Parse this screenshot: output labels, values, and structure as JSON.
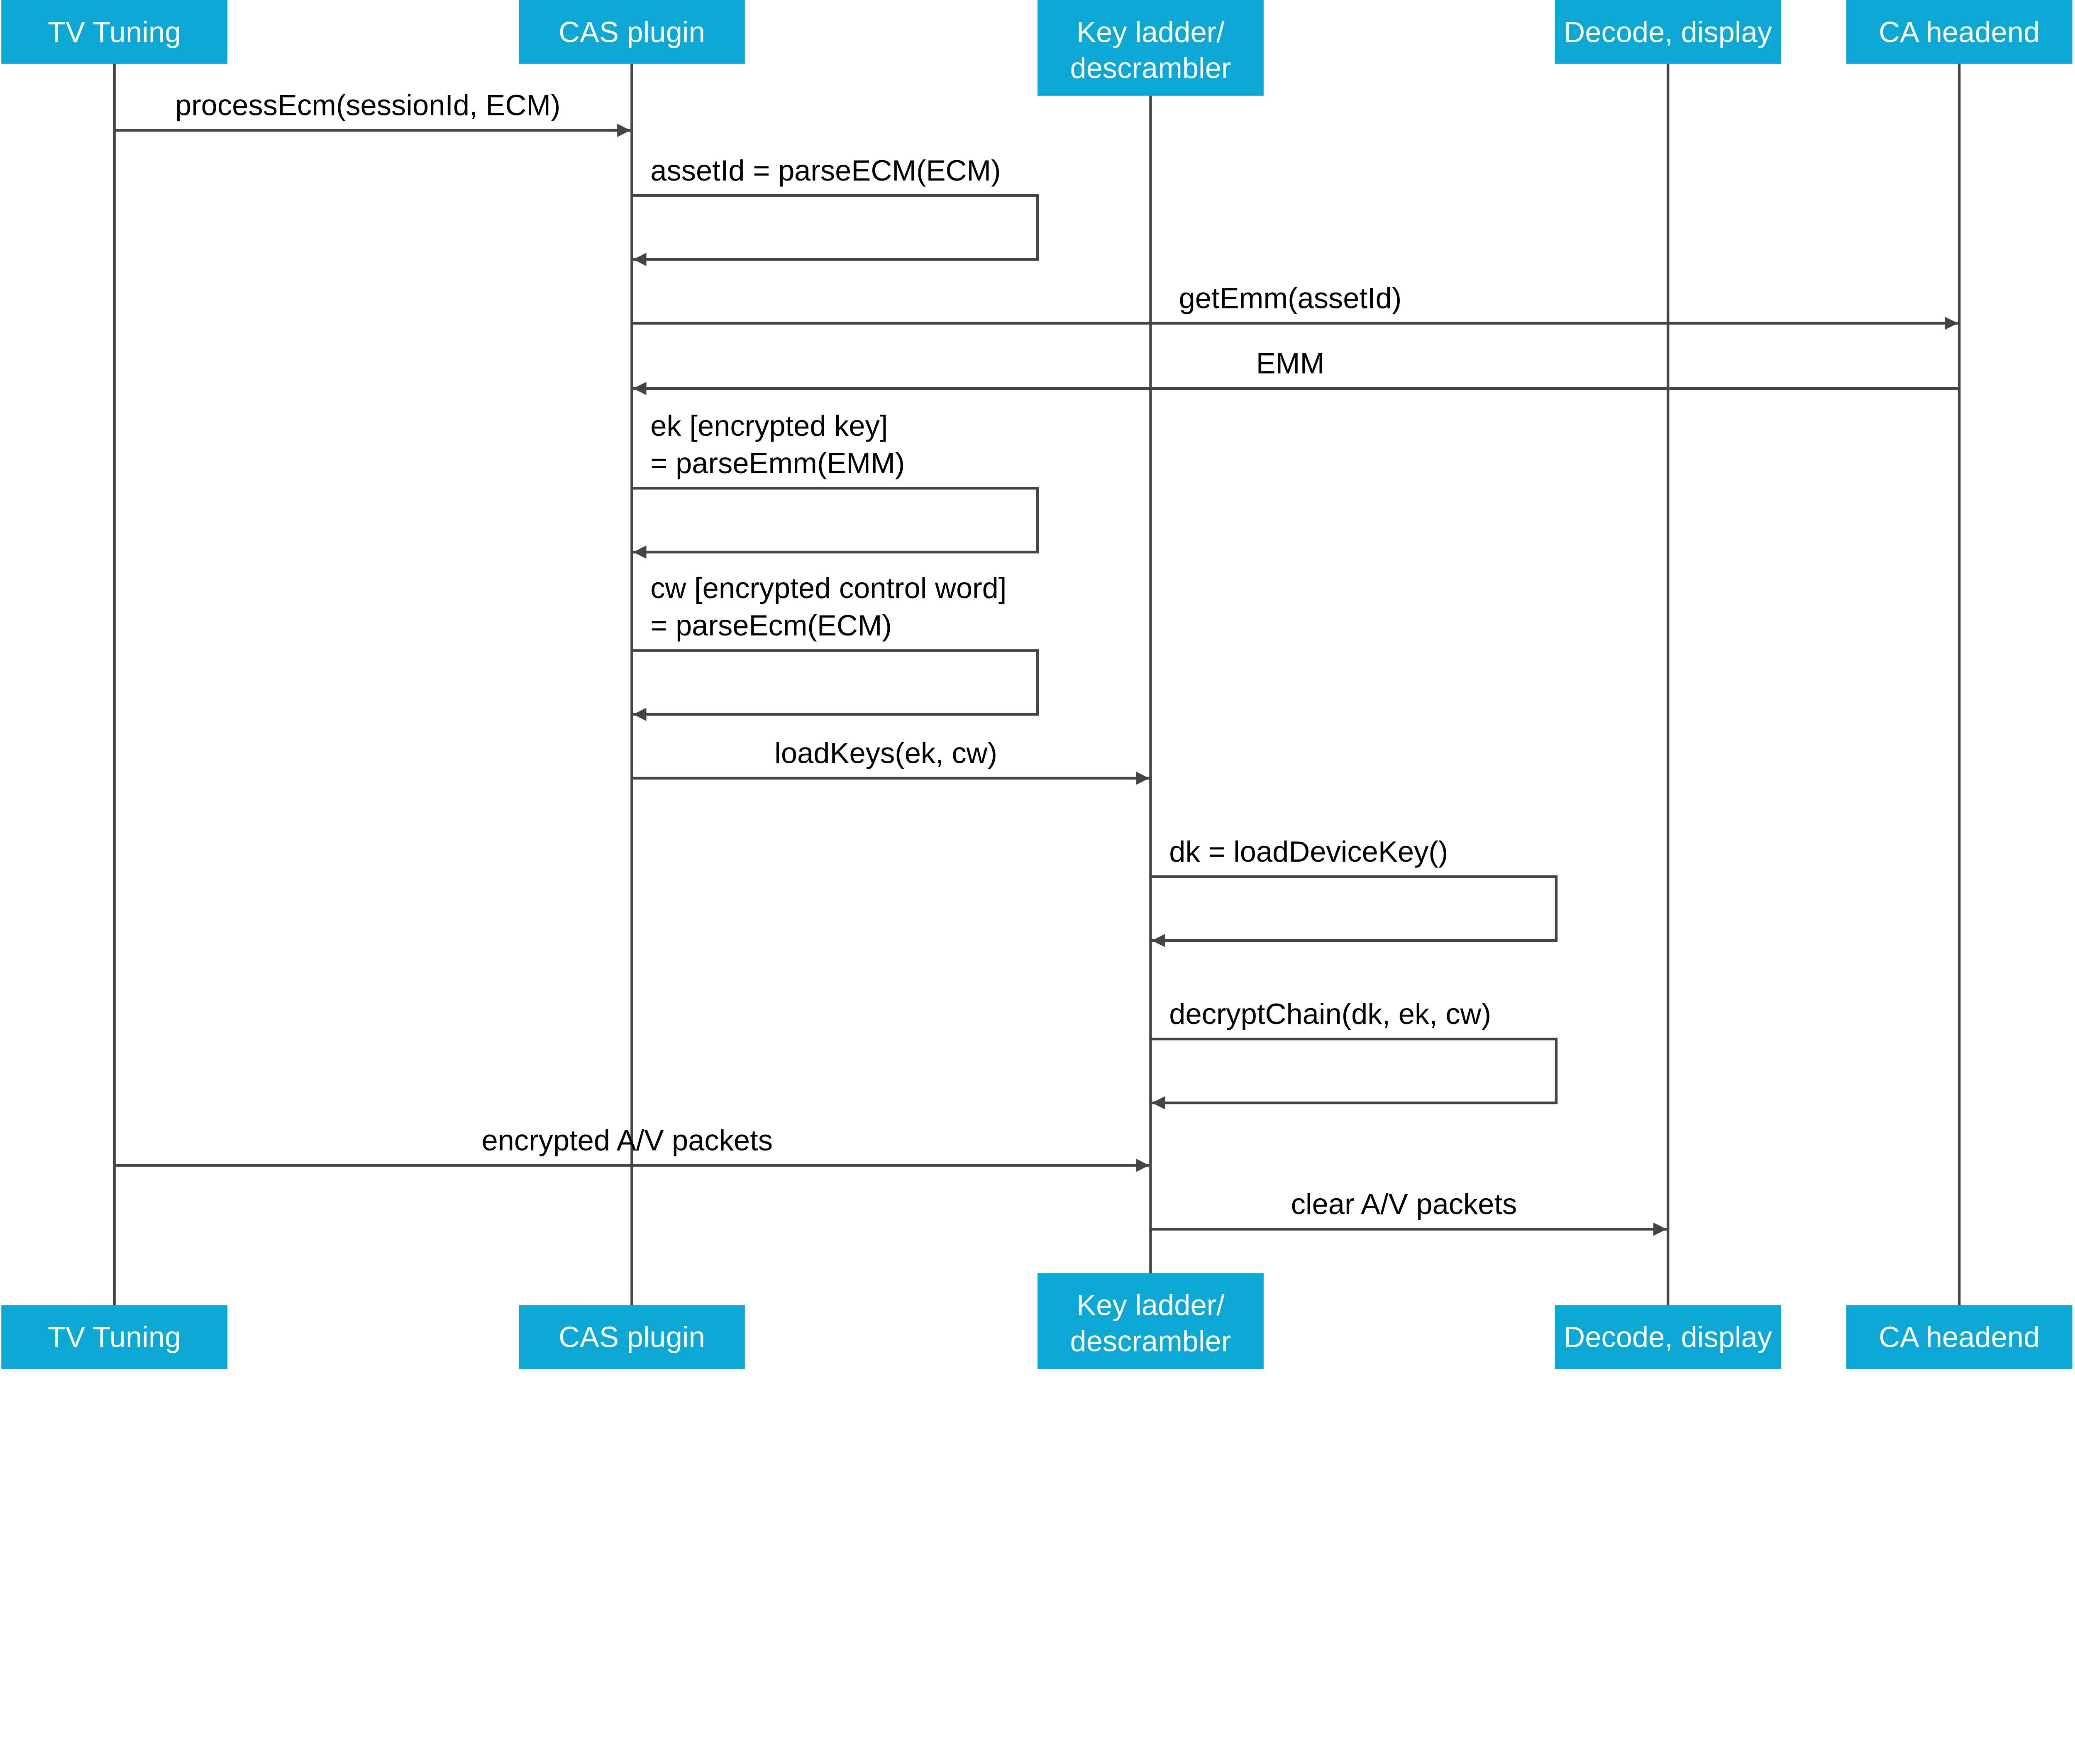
{
  "colors": {
    "participant_fill": "#0BA8D6",
    "participant_text": "#FFFFFF",
    "line": "#444444"
  },
  "participants": [
    {
      "lines": [
        "TV Tuning"
      ]
    },
    {
      "lines": [
        "CAS plugin"
      ]
    },
    {
      "lines": [
        "Key ladder/",
        "descrambler"
      ]
    },
    {
      "lines": [
        "Decode, display"
      ]
    },
    {
      "lines": [
        "CA headend"
      ]
    }
  ],
  "messages": [
    {
      "from": 0,
      "to": 1,
      "lines": [
        "processEcm(sessionId, ECM)"
      ]
    },
    {
      "from": 1,
      "to": 1,
      "lines": [
        "assetId = parseECM(ECM)"
      ]
    },
    {
      "from": 1,
      "to": 4,
      "lines": [
        "getEmm(assetId)"
      ]
    },
    {
      "from": 4,
      "to": 1,
      "lines": [
        "EMM"
      ]
    },
    {
      "from": 1,
      "to": 1,
      "lines": [
        "ek [encrypted key]",
        "= parseEmm(EMM)"
      ]
    },
    {
      "from": 1,
      "to": 1,
      "lines": [
        "cw [encrypted control word]",
        "= parseEcm(ECM)"
      ]
    },
    {
      "from": 1,
      "to": 2,
      "lines": [
        "loadKeys(ek, cw)"
      ]
    },
    {
      "from": 2,
      "to": 2,
      "lines": [
        "dk = loadDeviceKey()"
      ]
    },
    {
      "from": 2,
      "to": 2,
      "lines": [
        "decryptChain(dk, ek, cw)"
      ]
    },
    {
      "from": 0,
      "to": 2,
      "lines": [
        "encrypted A/V packets"
      ]
    },
    {
      "from": 2,
      "to": 3,
      "lines": [
        "clear A/V packets"
      ]
    }
  ]
}
